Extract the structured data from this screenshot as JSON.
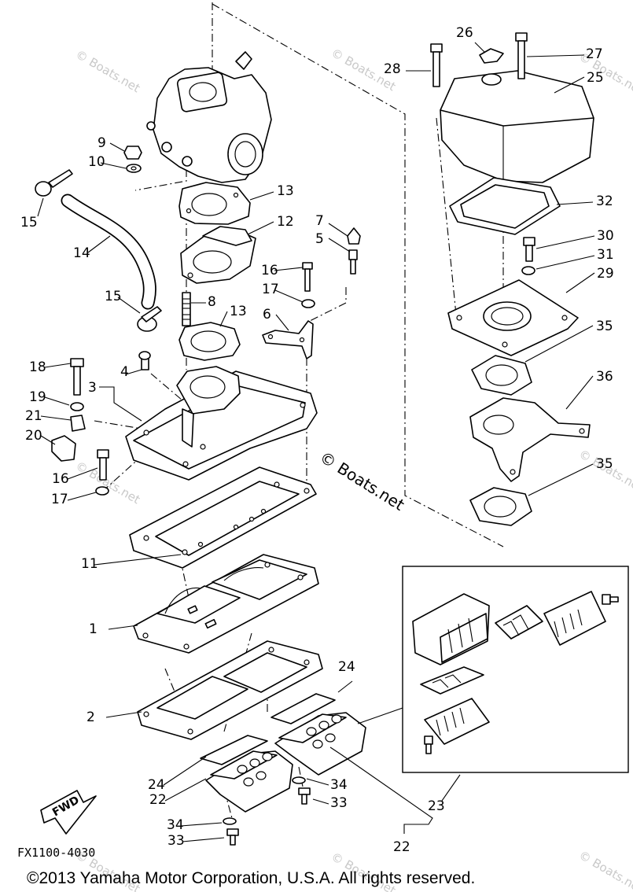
{
  "diagram": {
    "callouts": [
      "1",
      "2",
      "3",
      "4",
      "5",
      "6",
      "7",
      "8",
      "9",
      "10",
      "11",
      "12",
      "13",
      "13",
      "14",
      "15",
      "15",
      "16",
      "16",
      "17",
      "17",
      "18",
      "19",
      "20",
      "21",
      "22",
      "22",
      "23",
      "24",
      "24",
      "25",
      "26",
      "27",
      "28",
      "29",
      "30",
      "31",
      "32",
      "33",
      "33",
      "34",
      "34",
      "35",
      "35",
      "36"
    ],
    "watermark_text": "© Boats.net",
    "brand_text": "© Boats.net",
    "fwd_label": "FWD",
    "figure_code": "FX1100-4030",
    "copyright": "©2013 Yamaha Motor Corporation, U.S.A. All rights reserved."
  }
}
